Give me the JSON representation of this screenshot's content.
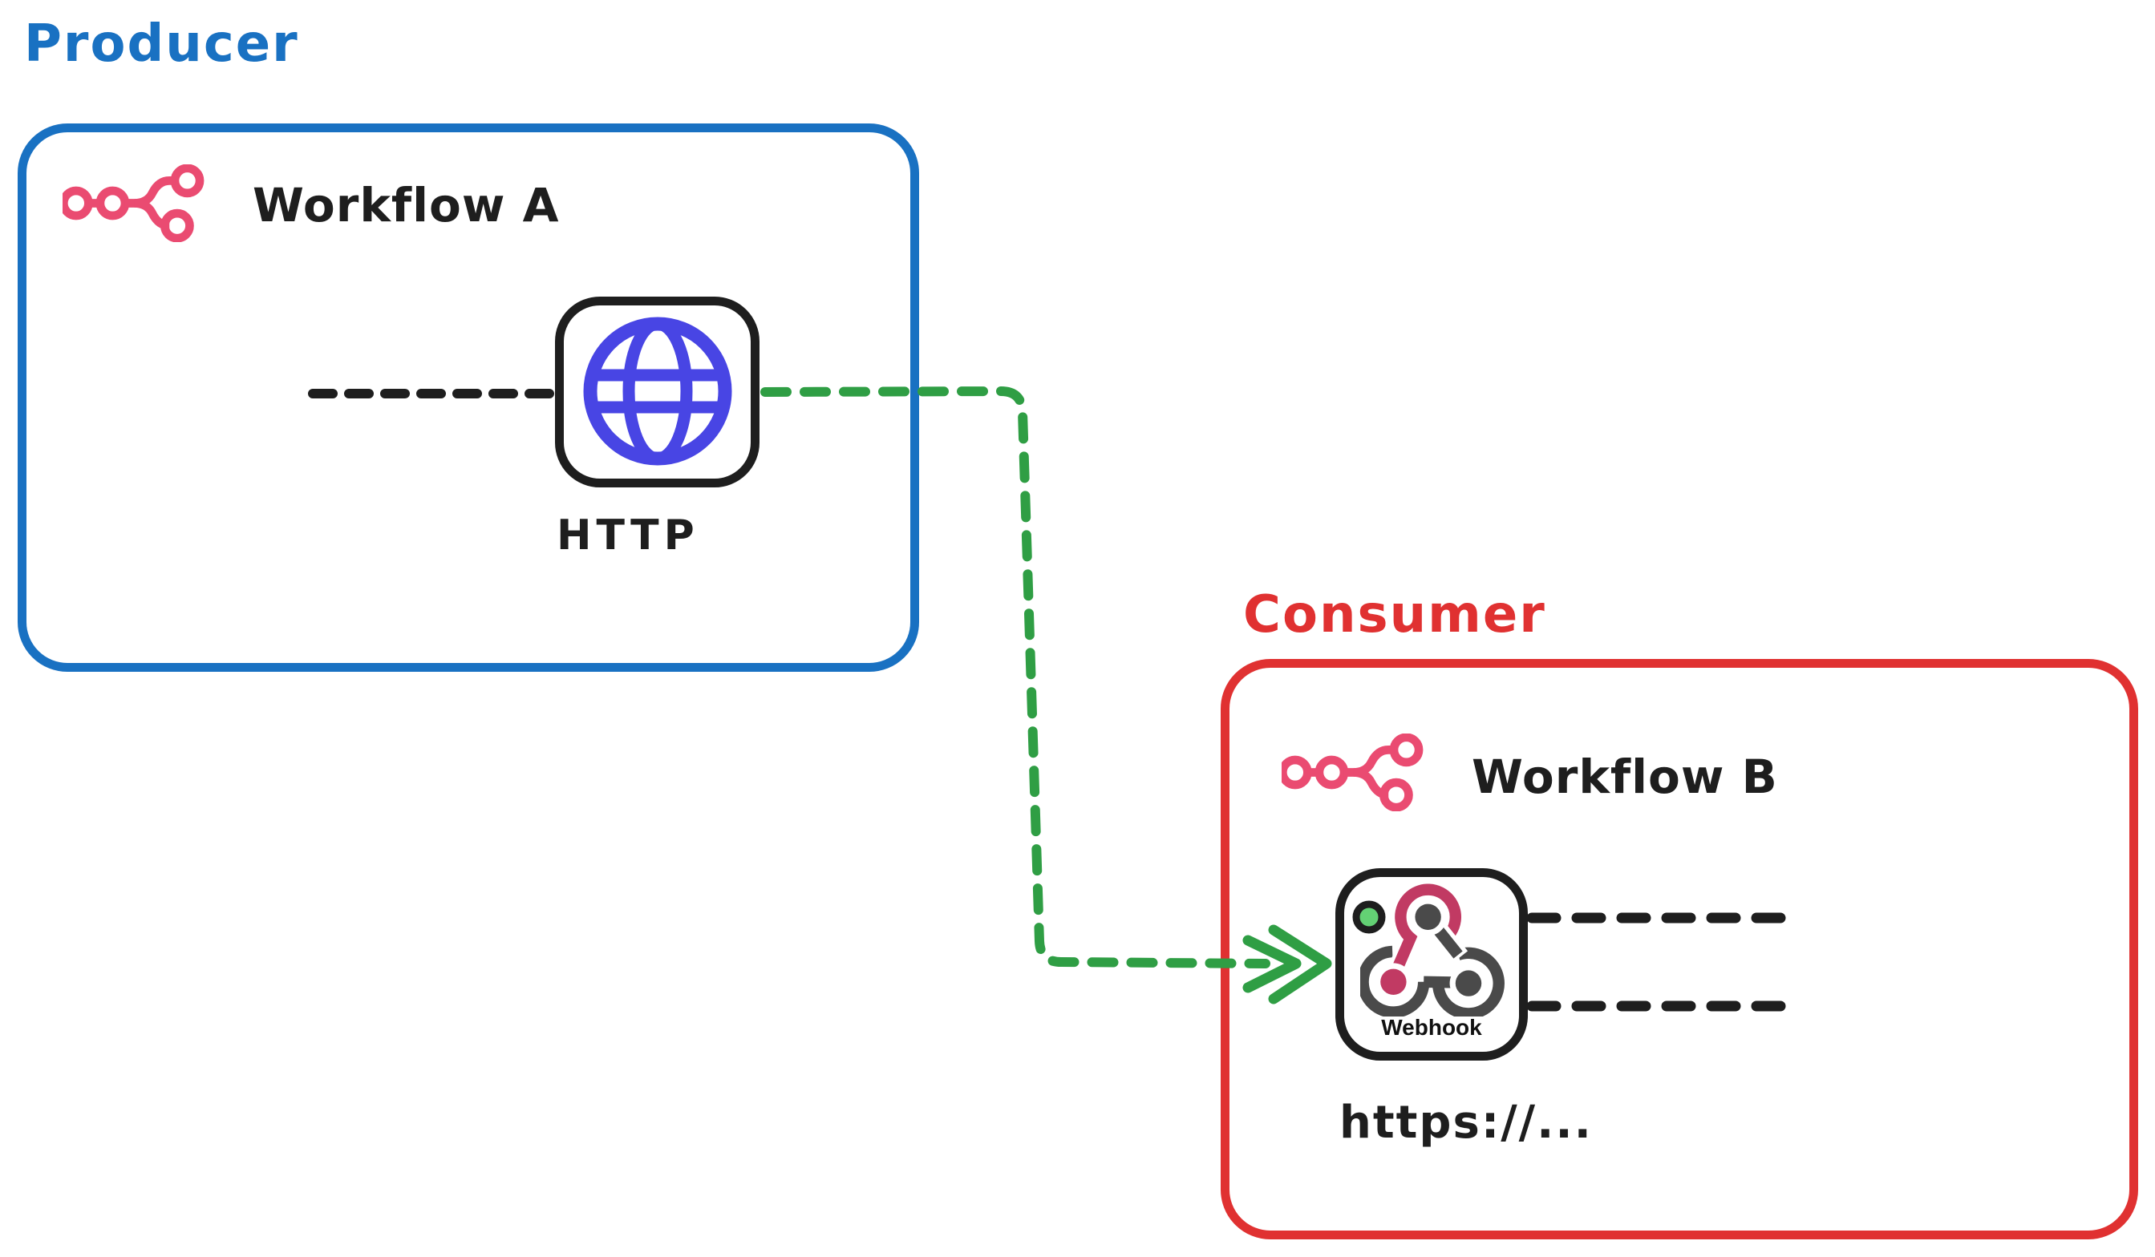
{
  "diagram": {
    "producer": {
      "label": "Producer",
      "workflow_label": "Workflow A",
      "node": {
        "label": "HTTP",
        "icon": "globe-icon"
      }
    },
    "consumer": {
      "label": "Consumer",
      "workflow_label": "Workflow B",
      "node": {
        "label": "Webhook",
        "icon": "webhook-icon",
        "url_label": "https://..."
      }
    },
    "connector": {
      "style": "dashed-arrow",
      "direction": "producer-to-consumer"
    }
  },
  "colors": {
    "ink": "#1e1e1e",
    "blue": "#1971c2",
    "red": "#e03131",
    "green": "#2f9e44",
    "pink": "#ea4b71",
    "indigo": "#4845e4",
    "crimson": "#c13a63",
    "gray": "#4a4a4a",
    "dotgreen": "#63d174",
    "bg": "#ffffff"
  }
}
